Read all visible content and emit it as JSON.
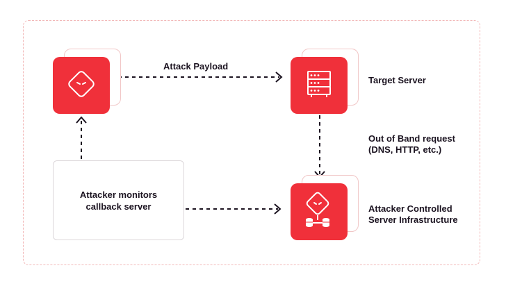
{
  "attack_payload_label": "Attack Payload",
  "target_server_label": "Target Server",
  "oob_request_line1": "Out of Band request",
  "oob_request_line2": "(DNS, HTTP, etc.)",
  "attacker_infra_line1": "Attacker Controlled",
  "attacker_infra_line2": "Server Infrastructure",
  "monitor_line1": "Attacker monitors",
  "monitor_line2": "callback server",
  "colors": {
    "accent": "#f0303a",
    "text": "#1b1320",
    "frame": "#f2b7b7"
  },
  "icons": [
    "attacker-icon",
    "server-rack-icon",
    "attacker-with-databases-icon"
  ]
}
